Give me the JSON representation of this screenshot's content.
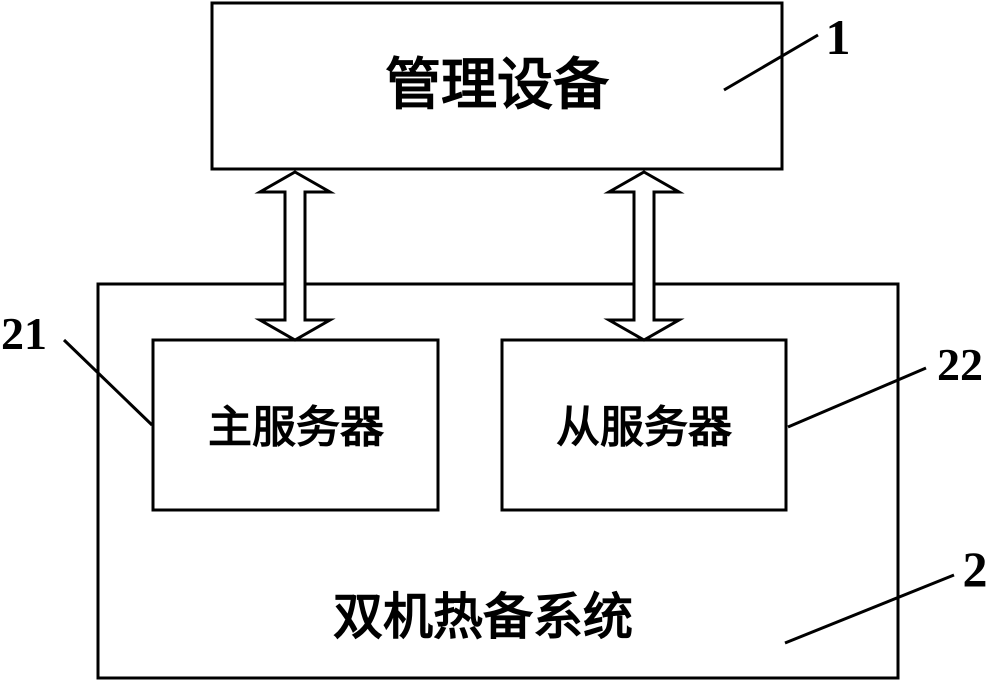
{
  "diagram": {
    "management_device": {
      "label": "管理设备",
      "ref": "1"
    },
    "hot_standby_system": {
      "label": "双机热备系统",
      "ref": "2"
    },
    "master_server": {
      "label": "主服务器",
      "ref": "21"
    },
    "slave_server": {
      "label": "从服务器",
      "ref": "22"
    }
  },
  "colors": {
    "stroke": "#000000",
    "background": "#ffffff"
  }
}
